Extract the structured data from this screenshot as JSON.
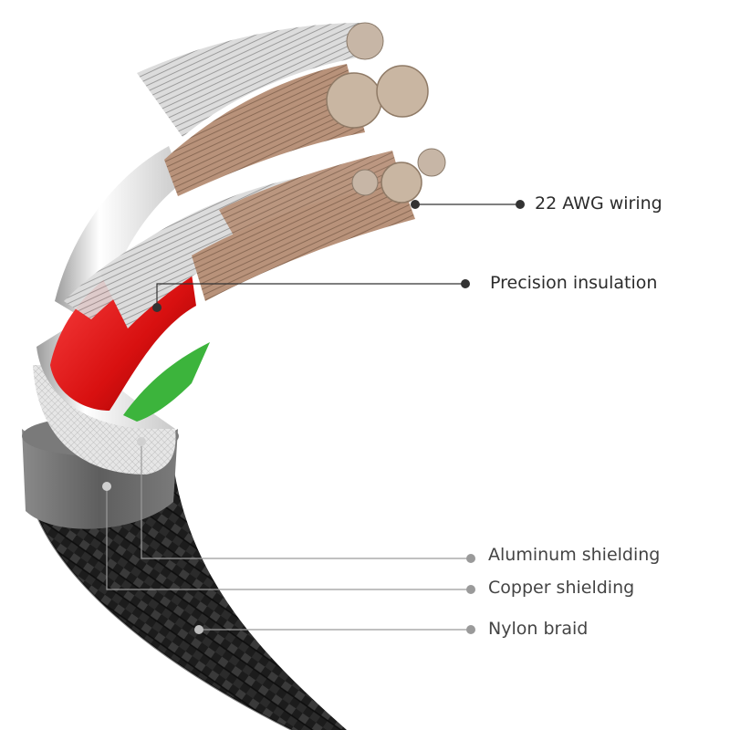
{
  "labels": {
    "wiring": "22 AWG wiring",
    "insulation": "Precision insulation",
    "aluminum": "Aluminum shielding",
    "copper": "Copper shielding",
    "nylon": "Nylon braid"
  },
  "colors": {
    "leader_dark": "#333333",
    "leader_grey": "#9a9a9a",
    "braid": "#1c1c1c",
    "copper_strand": "#b8927a",
    "silver_strand": "#d9d9d9",
    "insulation_red": "#e01818",
    "insulation_green": "#3cb43c",
    "shield_silver": "#e3e3e3",
    "collar_grey": "#6e6e6e"
  }
}
